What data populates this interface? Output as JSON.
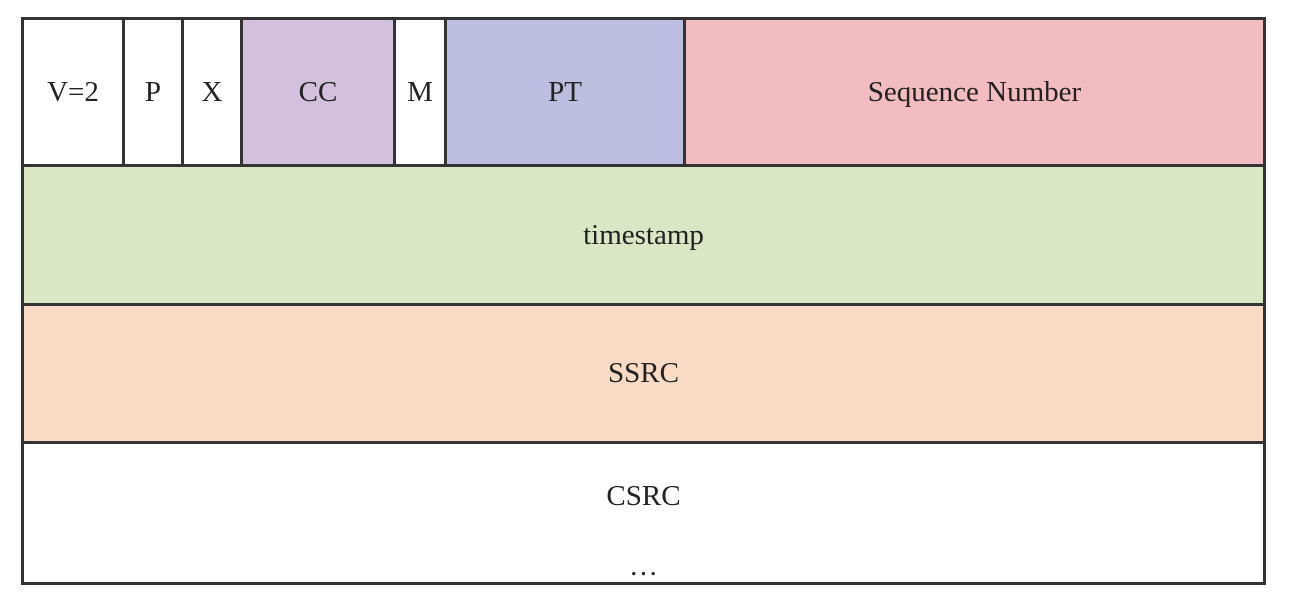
{
  "header_row": {
    "fields": [
      {
        "label": "V=2",
        "color": "#ffffff"
      },
      {
        "label": "P",
        "color": "#ffffff"
      },
      {
        "label": "X",
        "color": "#ffffff"
      },
      {
        "label": "CC",
        "color": "#d3c0dd"
      },
      {
        "label": "M",
        "color": "#ffffff"
      },
      {
        "label": "PT",
        "color": "#bdbedf"
      },
      {
        "label": "Sequence Number",
        "color": "#f2bcc0"
      }
    ]
  },
  "rows": [
    {
      "label": "timestamp",
      "color": "#dbe7c4"
    },
    {
      "label": "SSRC",
      "color": "#f9dbc5"
    },
    {
      "label": "CSRC",
      "color": "#ffffff",
      "continuation": "…"
    }
  ],
  "border_color": "#333333"
}
